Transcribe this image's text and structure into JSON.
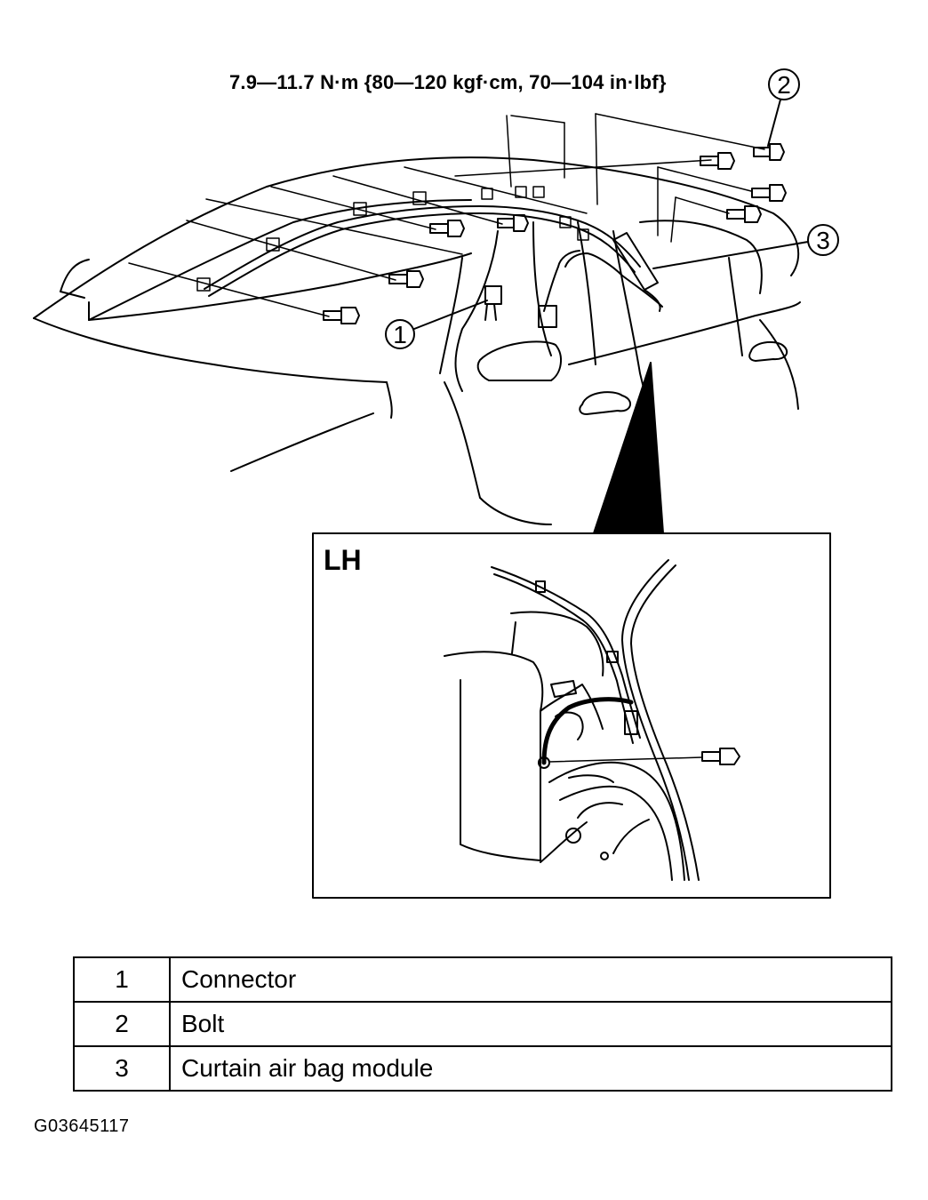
{
  "torque_spec": "7.9—11.7 N·m {80—120 kgf·cm, 70—104 in·lbf}",
  "callouts": {
    "c1": "1",
    "c2": "2",
    "c3": "3"
  },
  "inset_label": "LH",
  "legend": [
    {
      "num": "1",
      "label": "Connector"
    },
    {
      "num": "2",
      "label": "Bolt"
    },
    {
      "num": "3",
      "label": "Curtain air bag module"
    }
  ],
  "figure_id": "G03645117"
}
